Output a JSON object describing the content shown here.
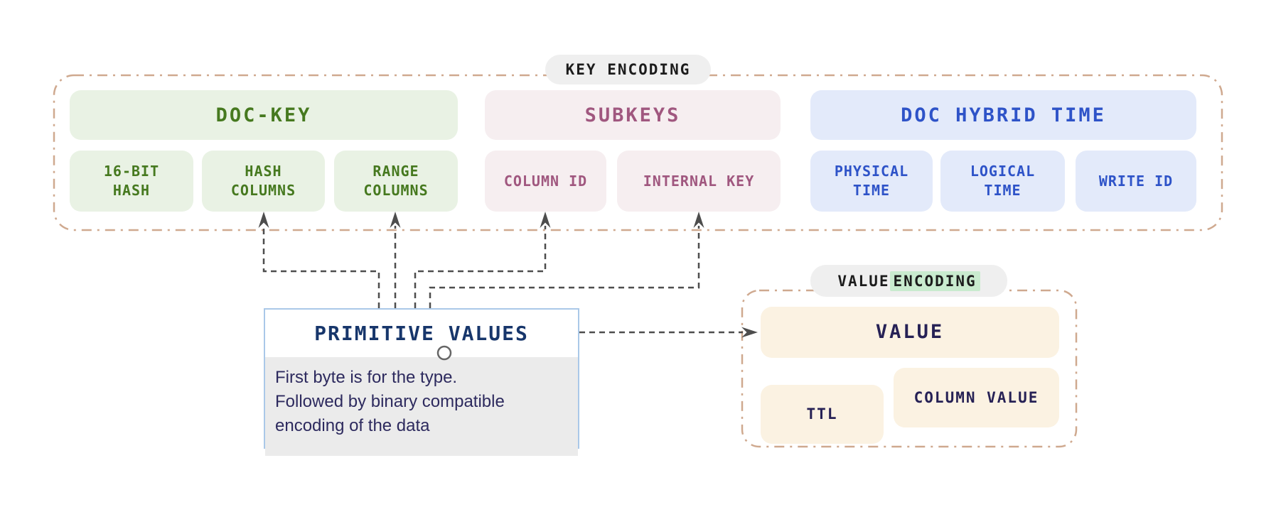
{
  "key_encoding": {
    "label": "KEY ENCODING",
    "doc_key": {
      "title": "DOC-KEY",
      "cells": [
        {
          "label": "16-BIT\nHASH"
        },
        {
          "label": "HASH\nCOLUMNS"
        },
        {
          "label": "RANGE\nCOLUMNS"
        }
      ]
    },
    "subkeys": {
      "title": "SUBKEYS",
      "cells": [
        {
          "label": "COLUMN ID"
        },
        {
          "label": "INTERNAL KEY"
        }
      ]
    },
    "doc_hybrid_time": {
      "title": "DOC HYBRID TIME",
      "cells": [
        {
          "label": "PHYSICAL\nTIME"
        },
        {
          "label": "LOGICAL\nTIME"
        },
        {
          "label": "WRITE ID"
        }
      ]
    }
  },
  "primitive_values": {
    "title": "PRIMITIVE VALUES",
    "description": "First byte is for the type.\nFollowed by binary compatible\nencoding of the data"
  },
  "value_encoding": {
    "label_prefix": "VALUE",
    "label_highlight": "ENCODING",
    "value": {
      "label": "VALUE"
    },
    "ttl": {
      "label": "TTL"
    },
    "column_value": {
      "label": "COLUMN VALUE"
    }
  },
  "colors": {
    "doc_key_bg": "#e9f2e4",
    "doc_key_text": "#46791f",
    "subkeys_bg": "#f6eef0",
    "subkeys_text": "#a0577f",
    "hybrid_time_bg": "#e3eafa",
    "hybrid_time_text": "#2e53c8",
    "value_bg": "#fbf2e2",
    "value_text": "#262155",
    "label_pill_bg": "#efefef",
    "label_pill_text": "#1c1c1c",
    "encoding_highlight": "#c9ebcf",
    "group_border": "#cfa98f",
    "connector": "#4d4d4d",
    "node_border": "#aac8e8",
    "node_title_text": "#17366b",
    "node_body_bg": "#ebebeb",
    "node_body_text": "#2d2a5e"
  }
}
